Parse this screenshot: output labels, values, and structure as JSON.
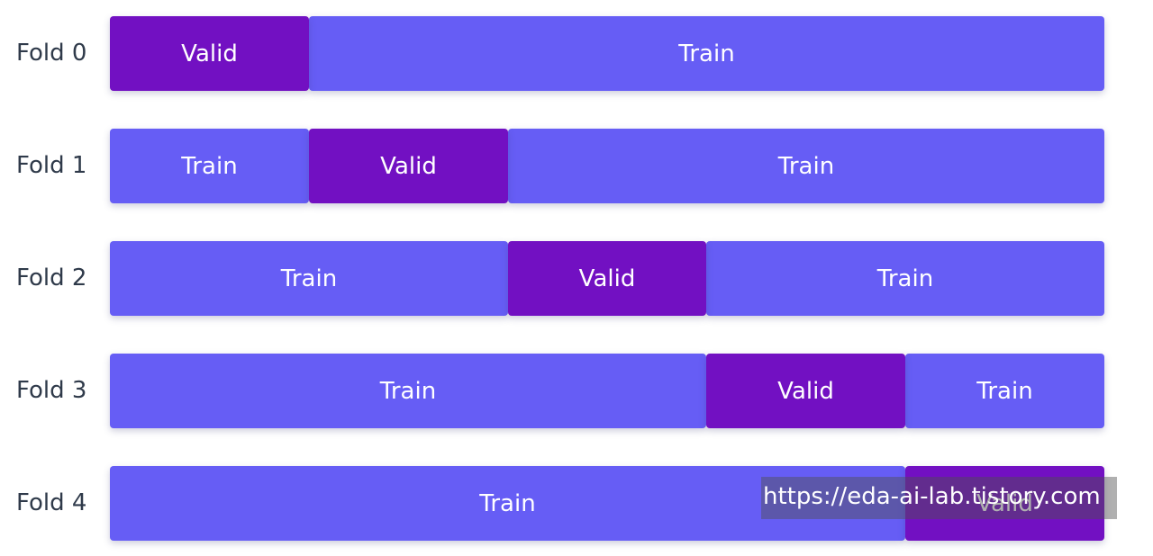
{
  "folds": [
    {
      "label": "Fold 0",
      "segments": [
        {
          "kind": "valid",
          "label": "Valid",
          "start": 0,
          "end": 1
        },
        {
          "kind": "train",
          "label": "Train",
          "start": 1,
          "end": 5
        }
      ]
    },
    {
      "label": "Fold 1",
      "segments": [
        {
          "kind": "train",
          "label": "Train",
          "start": 0,
          "end": 1
        },
        {
          "kind": "valid",
          "label": "Valid",
          "start": 1,
          "end": 2
        },
        {
          "kind": "train",
          "label": "Train",
          "start": 2,
          "end": 5
        }
      ]
    },
    {
      "label": "Fold 2",
      "segments": [
        {
          "kind": "train",
          "label": "Train",
          "start": 0,
          "end": 2
        },
        {
          "kind": "valid",
          "label": "Valid",
          "start": 2,
          "end": 3
        },
        {
          "kind": "train",
          "label": "Train",
          "start": 3,
          "end": 5
        }
      ]
    },
    {
      "label": "Fold 3",
      "segments": [
        {
          "kind": "train",
          "label": "Train",
          "start": 0,
          "end": 3
        },
        {
          "kind": "valid",
          "label": "Valid",
          "start": 3,
          "end": 4
        },
        {
          "kind": "train",
          "label": "Train",
          "start": 4,
          "end": 5
        }
      ]
    },
    {
      "label": "Fold 4",
      "segments": [
        {
          "kind": "train",
          "label": "Train",
          "start": 0,
          "end": 4
        },
        {
          "kind": "valid",
          "label": "Valid",
          "start": 4,
          "end": 5
        }
      ]
    }
  ],
  "total_parts": 5,
  "colors": {
    "train": "#665df5",
    "valid": "#7210c2",
    "label_text": "#2f3a4a",
    "segment_text": "#ffffff"
  },
  "watermark": {
    "text": "https://eda-ai-lab.tistory.com"
  }
}
